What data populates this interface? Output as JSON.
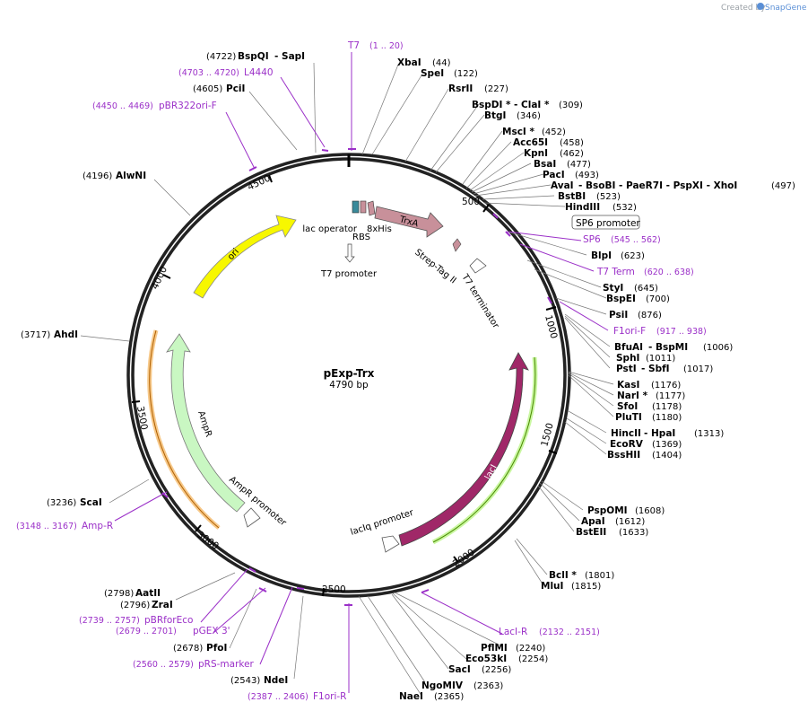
{
  "credit": {
    "prefix": "Created by",
    "brand": "SnapGene"
  },
  "plasmid": {
    "name": "pExp-Trx",
    "size_label": "4790 bp"
  },
  "ring_ticks": [
    "500",
    "1000",
    "1500",
    "2000",
    "2500",
    "3000",
    "3500",
    "4000",
    "4500"
  ],
  "features": [
    {
      "name": "ori",
      "color": "#f7f700"
    },
    {
      "name": "AmpR",
      "color": "#c9f7c2"
    },
    {
      "name": "AmpR promoter",
      "color": "#ffffff"
    },
    {
      "name": "lacI",
      "color": "#a02868"
    },
    {
      "name": "lacIq promoter",
      "color": "#ffffff"
    },
    {
      "name": "TrxA",
      "color": "#c8909a"
    },
    {
      "name": "lac operator",
      "color": "#3a8a9a"
    },
    {
      "name": "8xHis",
      "color": "#c8909a"
    },
    {
      "name": "RBS",
      "color": "#c8909a"
    },
    {
      "name": "T7 promoter",
      "color": "#ffffff"
    },
    {
      "name": "Strep-Tag II",
      "color": "#c8909a"
    },
    {
      "name": "T7 terminator",
      "color": "#ffffff"
    }
  ],
  "sites": [
    {
      "name": "BspQI",
      "extra": " - SapI",
      "pos": "(4722)"
    },
    {
      "name": "PciI",
      "pos": "(4605)"
    },
    {
      "name": "AlwNI",
      "pos": "(4196)"
    },
    {
      "name": "AhdI",
      "pos": "(3717)"
    },
    {
      "name": "ScaI",
      "pos": "(3236)"
    },
    {
      "name": "AatII",
      "pos": "(2798)"
    },
    {
      "name": "ZraI",
      "pos": "(2796)"
    },
    {
      "name": "PfoI",
      "pos": "(2678)"
    },
    {
      "name": "NdeI",
      "pos": "(2543)"
    },
    {
      "name": "XbaI",
      "pos": "(44)"
    },
    {
      "name": "SpeI",
      "pos": "(122)"
    },
    {
      "name": "RsrII",
      "pos": "(227)"
    },
    {
      "name": "BspDI *",
      "extra": " - ClaI *",
      "pos": "(309)"
    },
    {
      "name": "BtgI",
      "pos": "(346)"
    },
    {
      "name": "MscI *",
      "pos": "(452)"
    },
    {
      "name": "Acc65I",
      "pos": "(458)"
    },
    {
      "name": "KpnI",
      "pos": "(462)"
    },
    {
      "name": "BsaI",
      "pos": "(477)"
    },
    {
      "name": "PacI",
      "pos": "(493)"
    },
    {
      "name": "AvaI",
      "extra": " - BsoBI  - PaeR7I  - PspXI  - XhoI",
      "pos": "(497)"
    },
    {
      "name": "BstBI",
      "pos": "(523)"
    },
    {
      "name": "HindIII",
      "pos": "(532)"
    },
    {
      "name": "BlpI",
      "pos": "(623)"
    },
    {
      "name": "StyI",
      "pos": "(645)"
    },
    {
      "name": "BspEI",
      "pos": "(700)"
    },
    {
      "name": "PsiI",
      "pos": "(876)"
    },
    {
      "name": "BfuAI",
      "extra": " - BspMI",
      "pos": "(1006)"
    },
    {
      "name": "SphI",
      "pos": "(1011)"
    },
    {
      "name": "PstI",
      "extra": " - SbfI",
      "pos": "(1017)"
    },
    {
      "name": "KasI",
      "pos": "(1176)"
    },
    {
      "name": "NarI *",
      "pos": "(1177)"
    },
    {
      "name": "SfoI",
      "pos": "(1178)"
    },
    {
      "name": "PluTI",
      "pos": "(1180)"
    },
    {
      "name": "HincII",
      "extra": " - HpaI",
      "pos": "(1313)"
    },
    {
      "name": "EcoRV",
      "pos": "(1369)"
    },
    {
      "name": "BssHII",
      "pos": "(1404)"
    },
    {
      "name": "PspOMI",
      "pos": "(1608)"
    },
    {
      "name": "ApaI",
      "pos": "(1612)"
    },
    {
      "name": "BstEII",
      "pos": "(1633)"
    },
    {
      "name": "BclI *",
      "pos": "(1801)"
    },
    {
      "name": "MluI",
      "pos": "(1815)"
    },
    {
      "name": "PflMI",
      "pos": "(2240)"
    },
    {
      "name": "Eco53kI",
      "pos": "(2254)"
    },
    {
      "name": "SacI",
      "pos": "(2256)"
    },
    {
      "name": "NgoMIV",
      "pos": "(2363)"
    },
    {
      "name": "NaeI",
      "pos": "(2365)"
    }
  ],
  "primers": [
    {
      "name": "T7",
      "pos": "(1 .. 20)"
    },
    {
      "name": "L4440",
      "pos": "(4703 .. 4720)"
    },
    {
      "name": "pBR322ori-F",
      "pos": "(4450 .. 4469)"
    },
    {
      "name": "SP6 promoter",
      "pos": ""
    },
    {
      "name": "SP6",
      "pos": "(545 .. 562)"
    },
    {
      "name": "T7 Term",
      "pos": "(620 .. 638)"
    },
    {
      "name": "F1ori-F",
      "pos": "(917 .. 938)"
    },
    {
      "name": "LacI-R",
      "pos": "(2132 .. 2151)"
    },
    {
      "name": "F1ori-R",
      "pos": "(2387 .. 2406)"
    },
    {
      "name": "pRS-marker",
      "pos": "(2560 .. 2579)"
    },
    {
      "name": "pGEX 3'",
      "pos": "(2679 .. 2701)"
    },
    {
      "name": "pBRforEco",
      "pos": "(2739 .. 2757)"
    },
    {
      "name": "Amp-R",
      "pos": "(3148 .. 3167)"
    }
  ]
}
